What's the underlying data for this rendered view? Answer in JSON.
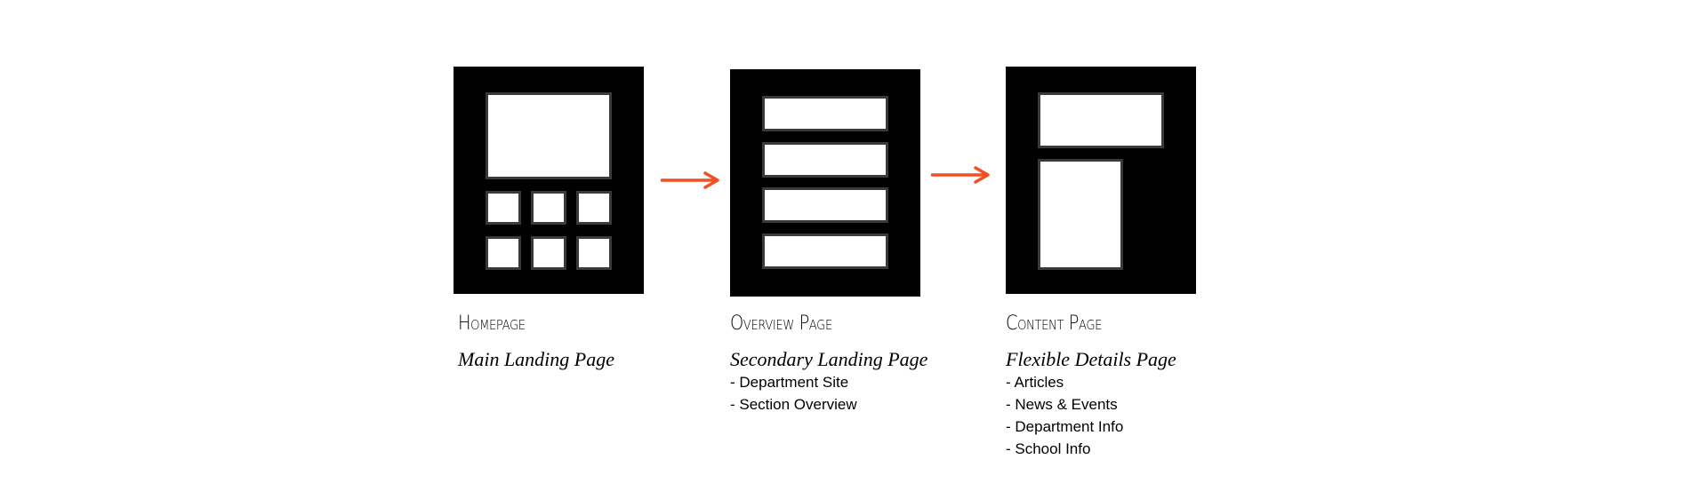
{
  "accent_color": "#f04e23",
  "pages": [
    {
      "title": "Homepage",
      "subtitle": "Main Landing Page",
      "items": []
    },
    {
      "title": "Overview Page",
      "subtitle": "Secondary Landing Page",
      "items": [
        "- Department Site",
        "- Section Overview"
      ]
    },
    {
      "title": "Content Page",
      "subtitle": "Flexible Details Page",
      "items": [
        "- Articles",
        "- News & Events",
        "- Department Info",
        "- School Info"
      ]
    }
  ]
}
